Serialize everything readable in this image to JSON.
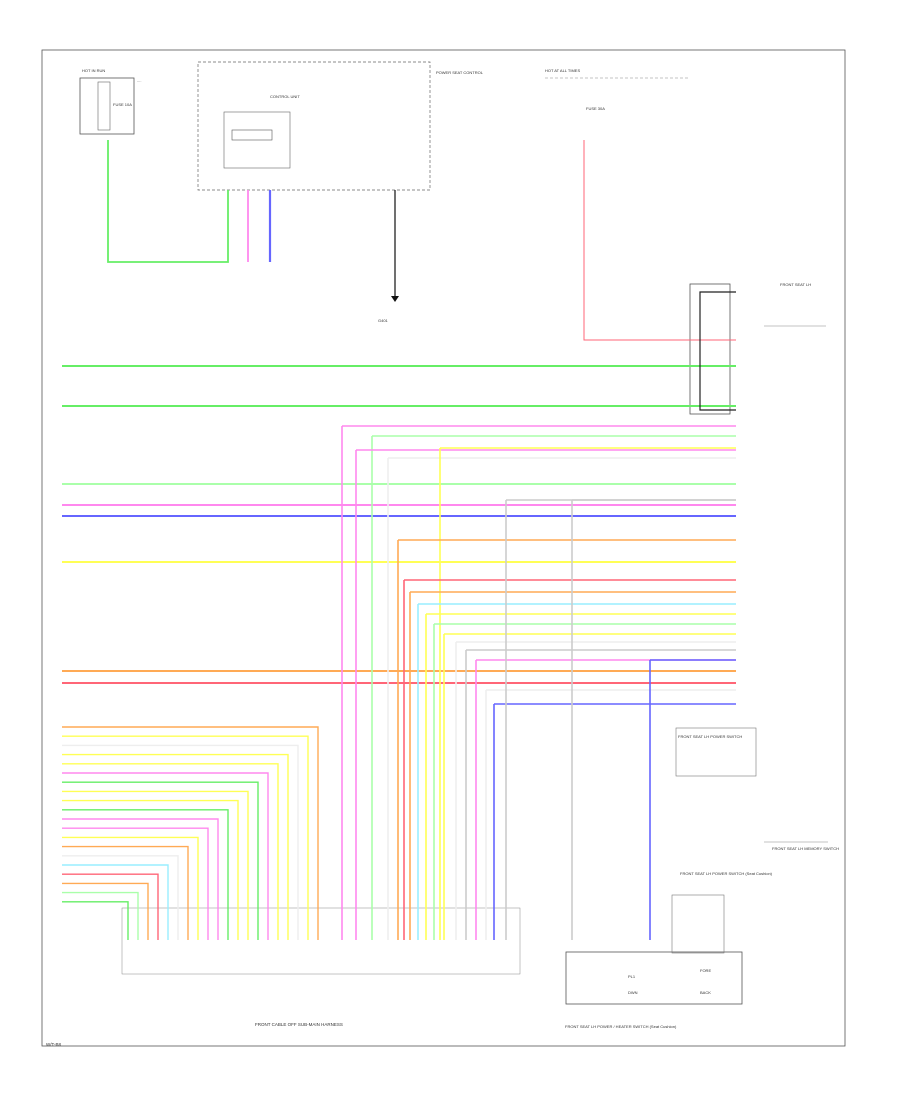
{
  "diagram": {
    "footer_code": "W/T-B8",
    "bottom_connector_label": "FRONT CABLE OFF SUB-MAIN HARNESS",
    "bottom_right_label": "FRONT SEAT LH POWER / HEATER SWITCH (Seat Cushion)",
    "switch_box": {
      "terminals": [
        "PL1",
        "DWN",
        "FORE",
        "BACK"
      ],
      "caption": "FRONT SEAT LH POWER SWITCH (Seat Cushion)"
    },
    "components": {
      "top_left_header": "HOT IN RUN",
      "top_left_detail": "FUSE 10A",
      "control_unit_title": "CONTROL UNIT",
      "control_unit_side": "POWER SEAT CONTROL",
      "top_right_header": "HOT AT ALL TIMES",
      "top_right_detail": "FUSE 30A",
      "ground_label": "G401",
      "connector_note": "FRONT SEAT LH",
      "right_panel_title": "FRONT SEAT LH POWER SWITCH",
      "right_panel2_title": "FRONT SEAT LH MEMORY SWITCH"
    },
    "wire_colors": {
      "GRN": "#66ee66",
      "LT GRN": "#aaffaa",
      "PNK": "#ff88ee",
      "BLU": "#6666ff",
      "YEL": "#ffff55",
      "ORG": "#ffaa55",
      "RED": "#ff6677",
      "WHT": "#eeeeee",
      "GRY": "#cccccc",
      "LT BLU": "#99eeff",
      "BLK": "#222222"
    }
  }
}
